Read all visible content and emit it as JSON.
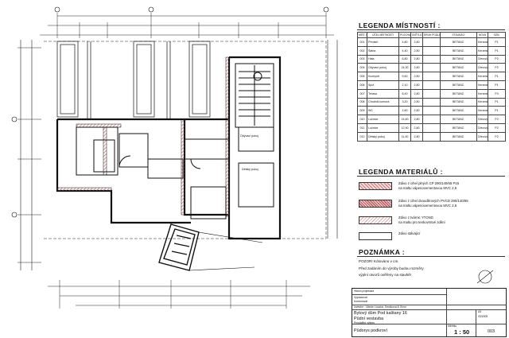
{
  "legend_rooms": {
    "title": "LEGENDA MÍSTNOSTÍ :",
    "headers": [
      "MÍST. ČÍS.",
      "ÚČEL MÍSTNOSTI",
      "PLOCHA [m2]",
      "SVĚTLÁ VÝŠKA",
      "DRUH PODLAHY",
      "STÁVAJÍCÍ",
      "NOVÁ",
      "OZN."
    ],
    "rows": [
      {
        "num": "001",
        "name": "Předsíň",
        "area": "4,80",
        "height": "2,80",
        "existing": "BETANZ.",
        "new": "Keramická dlažba",
        "code": "P1"
      },
      {
        "num": "002",
        "name": "Šatna",
        "area": "4,40",
        "height": "2,80",
        "existing": "BETANZ.",
        "new": "Keramická dlažba",
        "code": "P1"
      },
      {
        "num": "003",
        "name": "Hala",
        "area": "6,80",
        "height": "2,80",
        "existing": "BETANZ.",
        "new": "Dřevo/palubky",
        "code": "P2"
      },
      {
        "num": "004",
        "name": "Obývací pokoj",
        "area": "24,30",
        "height": "2,80",
        "existing": "BETANZ.",
        "new": "Dřevo/palubky",
        "code": "P2"
      },
      {
        "num": "005",
        "name": "Kuchyně",
        "area": "9,60",
        "height": "2,80",
        "existing": "BETANZ.",
        "new": "Keramická dlažba",
        "code": "P1"
      },
      {
        "num": "006",
        "name": "Spíž",
        "area": "2,10",
        "height": "2,80",
        "existing": "BETANZ.",
        "new": "Keramická dlažba",
        "code": "P1"
      },
      {
        "num": "007",
        "name": "Terasa",
        "area": "8,40",
        "height": "2,80",
        "existing": "BETANZ.",
        "new": "Keramická dlažba",
        "code": "P3"
      },
      {
        "num": "008",
        "name": "Chodník komora",
        "area": "3,20",
        "height": "2,80",
        "existing": "BETANZ.",
        "new": "Keramická dlažba",
        "code": "P1"
      },
      {
        "num": "009",
        "name": "WC",
        "area": "1,60",
        "height": "2,80",
        "existing": "BETANZ.",
        "new": "Keramická dlažba",
        "code": "P1"
      },
      {
        "num": "010",
        "name": "Ložnice",
        "area": "14,60",
        "height": "2,80",
        "existing": "BETANZ.",
        "new": "Dřevo/palubky",
        "code": "P2"
      },
      {
        "num": "011",
        "name": "Ložnice",
        "area": "12,90",
        "height": "2,80",
        "existing": "BETANZ.",
        "new": "Dřevo/palubky",
        "code": "P2"
      },
      {
        "num": "012",
        "name": "Dětský pokoj",
        "area": "11,40",
        "height": "2,80",
        "existing": "BETANZ.",
        "new": "Dřevo/palubky",
        "code": "P2"
      }
    ]
  },
  "legend_materials": {
    "title": "LEGENDA MATERIÁLŮ :",
    "items": [
      {
        "line1": "Zdivo z cihel plných CP 290/140/65 P15",
        "line2": "na maltu vápenocementovou MVC 2,5"
      },
      {
        "line1": "Zdivo z cihel dvouděrových PVCD 290/140/65",
        "line2": "na maltu vápenocementovou MVC 2,5"
      },
      {
        "line1": "Zdivo z tvárnic YTONG",
        "line2": "na maltu pro tenkovrstvé zdění"
      },
      {
        "line1": "Zdivo stávající",
        "line2": ""
      }
    ]
  },
  "notes": {
    "title": "POZNÁMKA :",
    "lines": [
      "POZOR! Kótováno v cm.",
      "Před zadáním do výroby budou rozměry",
      "výplní otvorů ověřeny na stavbě!"
    ]
  },
  "plan": {
    "rooms": [
      "Obývací pokoj",
      "Dětský pokoj"
    ]
  },
  "title_block": {
    "header_labels": [
      "Hlavní projektant",
      "Vypracoval",
      "Kontroloval"
    ],
    "investor": "Investor : Libuše Loucká, Smrčkova 8, Brno",
    "project": "Bytový dům Pod kaštany 16",
    "subject": "Půdní vestavba",
    "stage": "Prováděcí výkres",
    "drawing": "Půdorys podkroví",
    "scale_label": "Měřítko",
    "scale": "1 : 50",
    "number": "003",
    "date": "03/2009",
    "format": "A3"
  }
}
